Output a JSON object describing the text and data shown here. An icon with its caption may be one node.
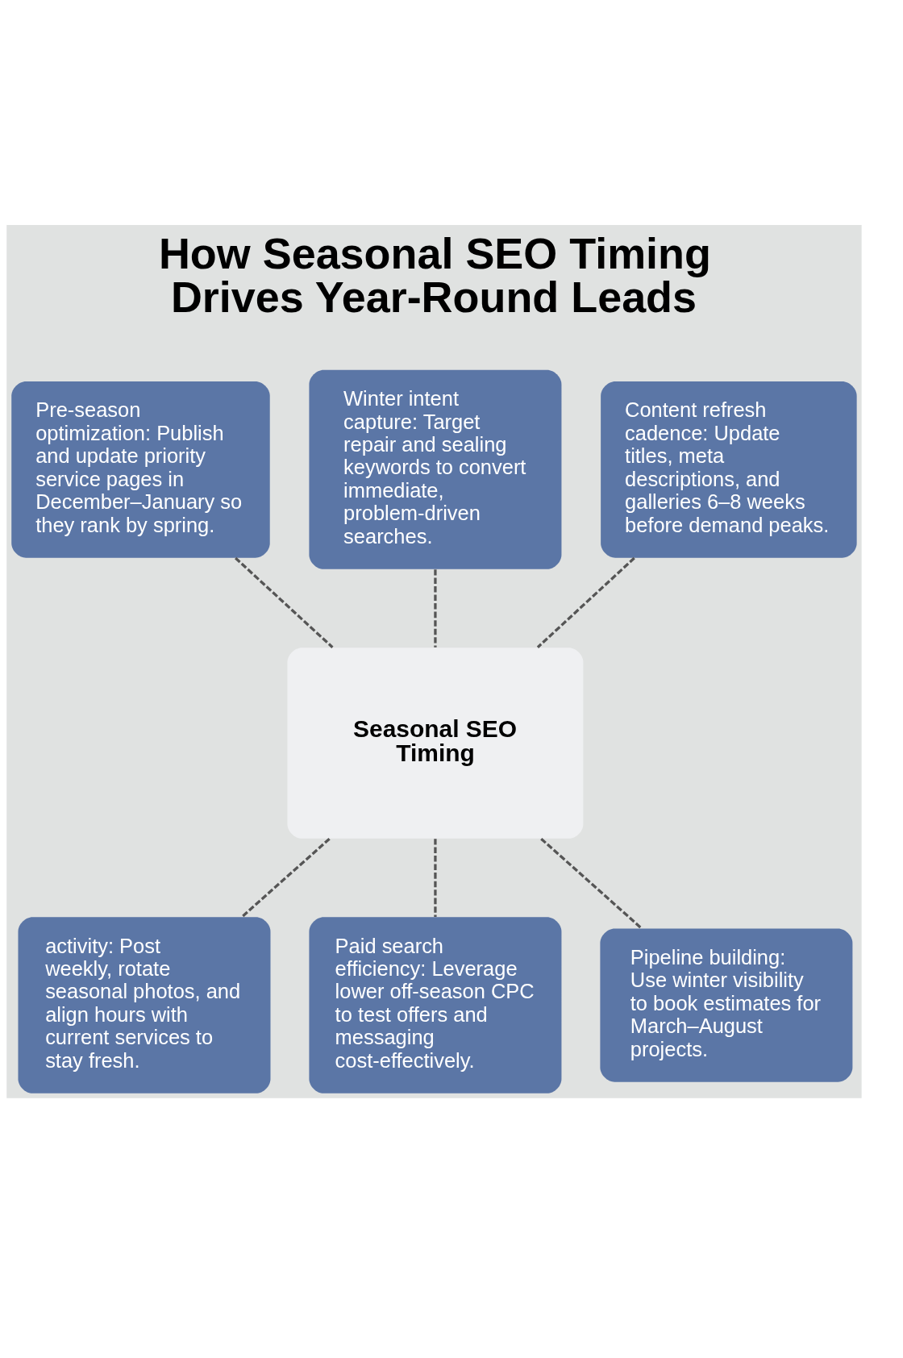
{
  "diagram": {
    "title": "How Seasonal SEO Timing Drives Year-Round Leads",
    "nodes": [
      {
        "text": [
          "Pre-season optimization: Publish and update priority service pages in December–January so they rank by spring."
        ]
      },
      {
        "text": [
          "Winter intent capture: Target repair and sealing keywords to convert immediate, problem-driven searches."
        ]
      },
      {
        "text": [
          "Content refresh cadence: Update titles, meta descriptions, and galleries 6–8 weeks before demand peaks."
        ]
      },
      {
        "text": [
          "Seasonal SEO Timing"
        ]
      },
      {
        "text": [
          "activity: Post weekly, rotate seasonal photos, and align hours with current services to stay fresh."
        ]
      },
      {
        "text": [
          "Paid search efficiency: Leverage lower off-season CPC to test offers and messaging cost-effectively."
        ]
      },
      {
        "text": [
          "Pipeline building: Use winter visibility to book estimates for March–August projects."
        ]
      }
    ],
    "edges": [
      {
        "from": 0,
        "to": 3,
        "arrow": "none",
        "style": "dashed"
      },
      {
        "from": 1,
        "to": 3,
        "arrow": "none",
        "style": "dashed"
      },
      {
        "from": 2,
        "to": 3,
        "arrow": "none",
        "style": "dashed"
      },
      {
        "from": 3,
        "to": 4,
        "arrow": "none",
        "style": "dashed"
      },
      {
        "from": 3,
        "to": 5,
        "arrow": "none",
        "style": "dashed"
      },
      {
        "from": 3,
        "to": 6,
        "arrow": "none",
        "style": "dashed"
      }
    ]
  }
}
